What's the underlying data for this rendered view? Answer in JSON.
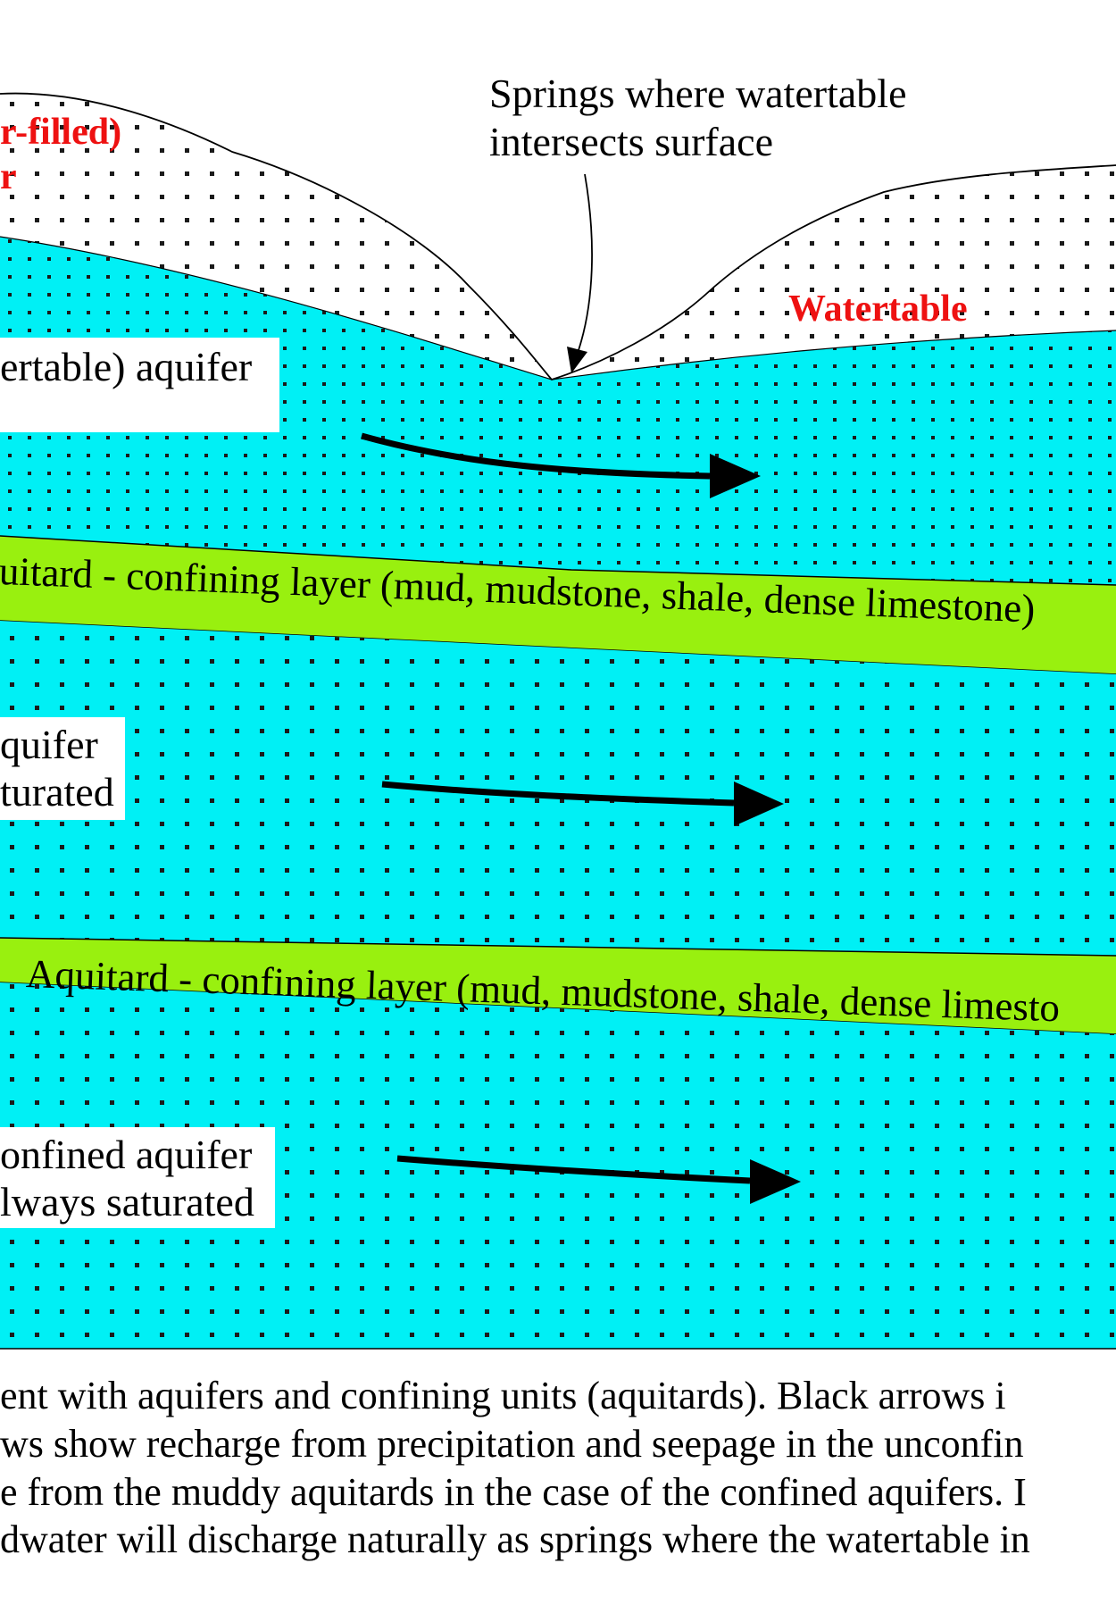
{
  "labels": {
    "vadose_fragment_1": "r-filled)",
    "vadose_fragment_2": "r",
    "springs_line_1": "Springs where watertable",
    "springs_line_2": "intersects surface",
    "watertable": "Watertable",
    "unconfined_aquifer": "ertable) aquifer",
    "aquitard_upper": "uitard - confining layer (mud, mudstone, shale, dense limestone)",
    "middle_aquifer_line_1": "quifer",
    "middle_aquifer_line_2": "turated",
    "aquitard_lower": "Aquitard - confining layer (mud, mudstone, shale, dense limesto",
    "confined_aquifer_line_1": "onfined aquifer",
    "confined_aquifer_line_2": "lways saturated"
  },
  "caption": {
    "line_1": "ent  with aquifers and confining units (aquitards).  Black arrows i",
    "line_2": "ws show recharge from precipitation and seepage in the unconfin",
    "line_3": "e from the muddy aquitards in the case of the confined aquifers.  I",
    "line_4": "dwater will discharge naturally as springs where the watertable in"
  },
  "colors": {
    "aquifer": "#00f0f5",
    "aquitard": "#99f00f",
    "highlight_text": "#ee1111",
    "dots": "#1a1a1a",
    "outline": "#000000"
  }
}
